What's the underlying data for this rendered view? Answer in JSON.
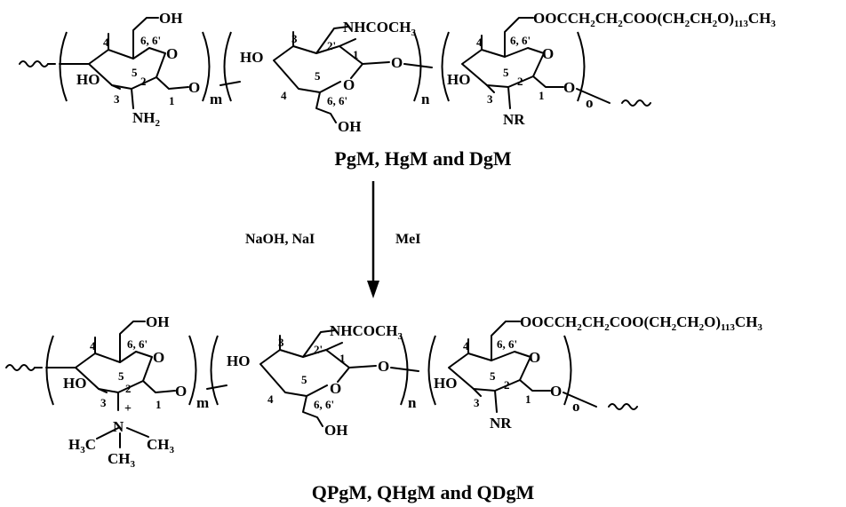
{
  "colors": {
    "ink": "#000000",
    "background": "#ffffff"
  },
  "icons": {
    "squiggle": "wavy-bond-icon",
    "arrow": "down-arrow-icon"
  },
  "labels": {
    "OH": "OH",
    "O": "O",
    "HO": "HO",
    "NHCOCH": "NHCOCH",
    "NH": "NH",
    "NR": "NR",
    "N": "N",
    "plus": "+",
    "sub2": "2",
    "sub3": "3",
    "sub113": "113",
    "m": "m",
    "n": "n",
    "o": "o",
    "H3C_H": "H",
    "H3C_C": "C",
    "CH": "CH",
    "peg_a": "OOCCH",
    "peg_b": "CH",
    "peg_c": "COO(CH",
    "peg_d": "CH",
    "peg_e": "O)",
    "peg_f": "CH",
    "num_1": "1",
    "num_2": "2",
    "num_2p": "2'",
    "num_3": "3",
    "num_4": "4",
    "num_5": "5",
    "num_66": "6, 6'"
  },
  "top_structure": {
    "name": "PgM, HgM and DgM"
  },
  "bottom_structure": {
    "name": "QPgM, QHgM and QDgM"
  },
  "reaction": {
    "reagents_left": "NaOH, NaI",
    "reagents_right": "MeI"
  }
}
